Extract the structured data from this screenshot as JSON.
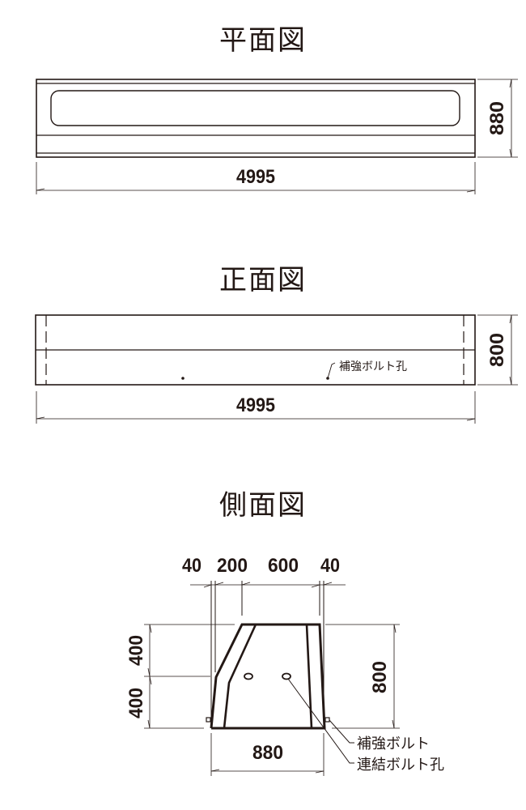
{
  "views": {
    "plan": {
      "title": "平面図",
      "length_dim": "4995",
      "width_dim": "880"
    },
    "front": {
      "title": "正面図",
      "length_dim": "4995",
      "height_dim": "800",
      "label_bolt_hole": "補強ボルト孔"
    },
    "side": {
      "title": "側面図",
      "top_dims": [
        "40",
        "200",
        "600",
        "40"
      ],
      "left_dims": [
        "400",
        "400"
      ],
      "height_dim": "800",
      "bottom_dim": "880",
      "label_reinforcing_bolt": "補強ボルト",
      "label_connecting_bolt_hole": "連結ボルト孔"
    }
  },
  "colors": {
    "line": "#231815",
    "background": "#ffffff"
  }
}
